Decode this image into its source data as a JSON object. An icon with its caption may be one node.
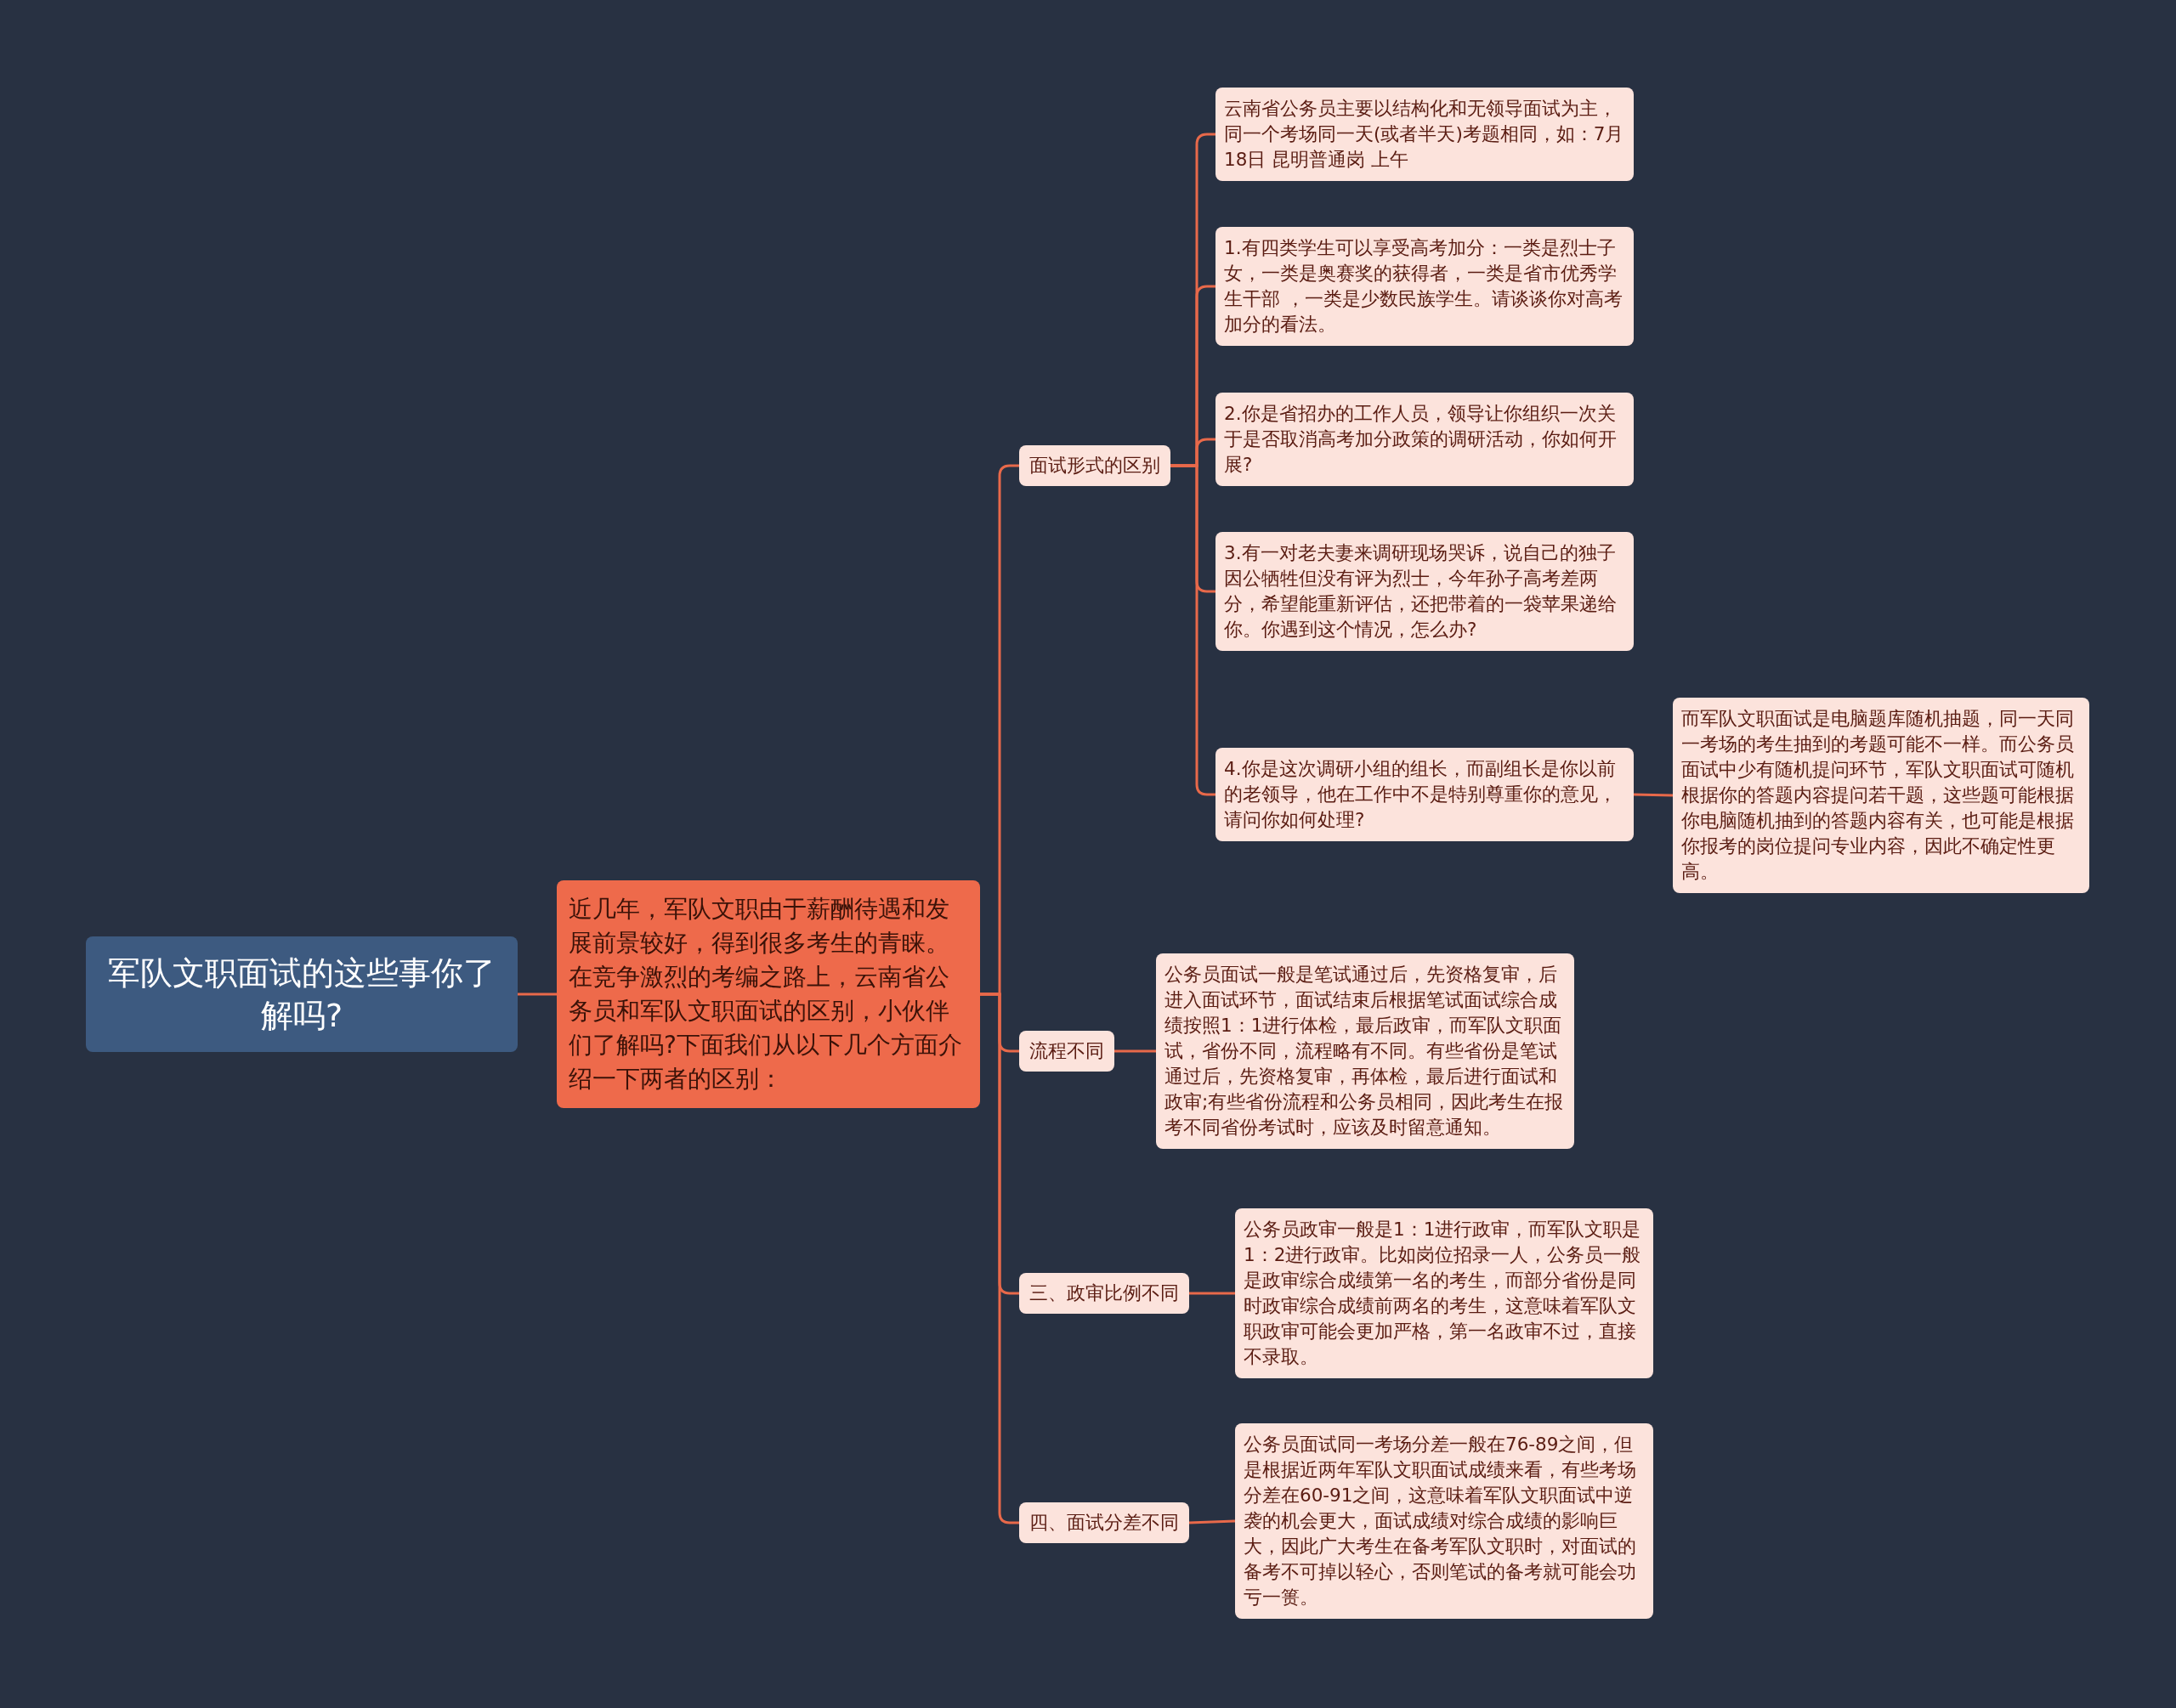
{
  "diagram": {
    "nodes": [
      {
        "text": [
          "军队文职面试的这些事你了解吗?"
        ]
      },
      {
        "text": [
          "近几年，军队文职由于薪酬待遇和发展前景较好，得到很多考生的青睐。在竞争激烈的考编之路上，云南省公务员和军队文职面试的区别，小伙伴们了解吗?下面我们从以下几个方面介绍一下两者的区别："
        ]
      },
      {
        "text": [
          "面试形式的区别"
        ]
      },
      {
        "text": [
          "云南省公务员主要以结构化和无领导面试为主，同一个考场同一天(或者半天)考题相同，如：7月18日 昆明普通岗 上午"
        ]
      },
      {
        "text": [
          "1.有四类学生可以享受高考加分：一类是烈士子女，一类是奥赛奖的获得者，一类是省市优秀学生干部 ，一类是少数民族学生。请谈谈你对高考加分的看法。"
        ]
      },
      {
        "text": [
          "2.你是省招办的工作人员，领导让你组织一次关于是否取消高考加分政策的调研活动，你如何开展?"
        ]
      },
      {
        "text": [
          "3.有一对老夫妻来调研现场哭诉，说自己的独子因公牺牲但没有评为烈士，今年孙子高考差两分，希望能重新评估，还把带着的一袋苹果递给你。你遇到这个情况，怎么办?"
        ]
      },
      {
        "text": [
          "4.你是这次调研小组的组长，而副组长是你以前的老领导，他在工作中不是特别尊重你的意见，请问你如何处理?"
        ]
      },
      {
        "text": [
          "而军队文职面试是电脑题库随机抽题，同一天同一考场的考生抽到的考题可能不一样。而公务员面试中少有随机提问环节，军队文职面试可随机根据你的答题内容提问若干题，这些题可能根据你电脑随机抽到的答题内容有关，也可能是根据你报考的岗位提问专业内容，因此不确定性更高。"
        ]
      },
      {
        "text": [
          "流程不同"
        ]
      },
      {
        "text": [
          "公务员面试一般是笔试通过后，先资格复审，后进入面试环节，面试结束后根据笔试面试综合成绩按照1：1进行体检，最后政审，而军队文职面试，省份不同，流程略有不同。有些省份是笔试通过后，先资格复审，再体检，最后进行面试和政审;有些省份流程和公务员相同，因此考生在报考不同省份考试时，应该及时留意通知。"
        ]
      },
      {
        "text": [
          "三、政审比例不同"
        ]
      },
      {
        "text": [
          "公务员政审一般是1：1进行政审，而军队文职是1：2进行政审。比如岗位招录一人，公务员一般是政审综合成绩第一名的考生，而部分省份是同时政审综合成绩前两名的考生，这意味着军队文职政审可能会更加严格，第一名政审不过，直接不录取。"
        ]
      },
      {
        "text": [
          "四、面试分差不同"
        ]
      },
      {
        "text": [
          "公务员面试同一考场分差一般在76-89之间，但是根据近两年军队文职面试成绩来看，有些考场分差在60-91之间，这意味着军队文职面试中逆袭的机会更大，面试成绩对综合成绩的影响巨大，因此广大考生在备考军队文职时，对面试的备考不可掉以轻心，否则笔试的备考就可能会功亏一篑。"
        ]
      }
    ],
    "edges": [
      {
        "from": 0,
        "to": 1,
        "arrow": "none"
      },
      {
        "from": 1,
        "to": 2,
        "arrow": "none"
      },
      {
        "from": 1,
        "to": 9,
        "arrow": "none"
      },
      {
        "from": 1,
        "to": 11,
        "arrow": "none"
      },
      {
        "from": 1,
        "to": 13,
        "arrow": "none"
      },
      {
        "from": 2,
        "to": 3,
        "arrow": "none"
      },
      {
        "from": 2,
        "to": 4,
        "arrow": "none"
      },
      {
        "from": 2,
        "to": 5,
        "arrow": "none"
      },
      {
        "from": 2,
        "to": 6,
        "arrow": "none"
      },
      {
        "from": 2,
        "to": 7,
        "arrow": "none"
      },
      {
        "from": 7,
        "to": 8,
        "arrow": "none"
      },
      {
        "from": 9,
        "to": 10,
        "arrow": "none"
      },
      {
        "from": 11,
        "to": 12,
        "arrow": "none"
      },
      {
        "from": 13,
        "to": 14,
        "arrow": "none"
      }
    ]
  }
}
